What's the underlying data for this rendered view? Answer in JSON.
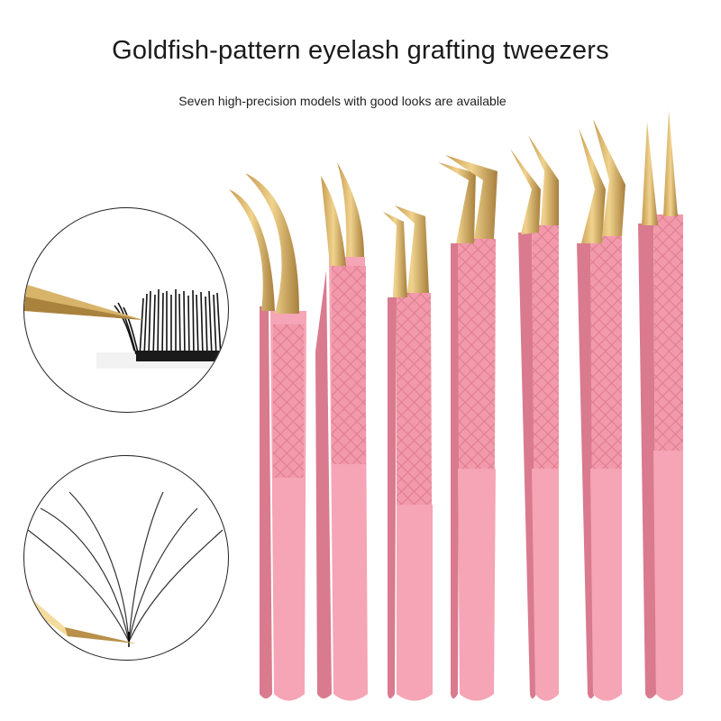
{
  "header": {
    "title": "Goldfish-pattern eyelash grafting tweezers",
    "subtitle": "Seven high-precision models with good looks are available"
  },
  "colors": {
    "pink_handle": "#f29aab",
    "pink_shadow": "#d97a8e",
    "gold_tip": "#d8b46a",
    "gold_dark": "#a9823e",
    "circle_border": "#222222",
    "background": "#ffffff"
  },
  "insets": [
    {
      "name": "lash-strip-pickup-illustration",
      "description": "Gold tweezer tip picking up a lash from a strip of lashes"
    },
    {
      "name": "lash-fan-illustration",
      "description": "Angled gold tweezer tip holding a fan of seven lashes"
    }
  ],
  "products": {
    "count": 7,
    "models": [
      {
        "tip": "curved-hook"
      },
      {
        "tip": "slight-curve"
      },
      {
        "tip": "l-shape-short"
      },
      {
        "tip": "l-shape-long"
      },
      {
        "tip": "angled-45"
      },
      {
        "tip": "angled-45-long"
      },
      {
        "tip": "straight"
      }
    ]
  }
}
